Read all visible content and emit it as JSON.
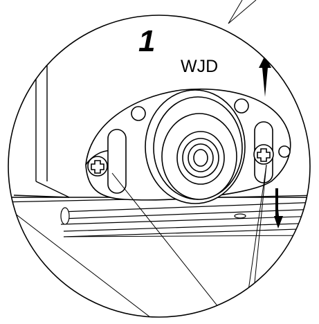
{
  "step_number": "1",
  "brand_label": "WJD",
  "arrows": [
    {
      "name": "adjust-up-arrow",
      "direction": "up"
    },
    {
      "name": "adjust-down-arrow",
      "direction": "down"
    }
  ],
  "colors": {
    "line": "#000000",
    "background": "#ffffff"
  }
}
